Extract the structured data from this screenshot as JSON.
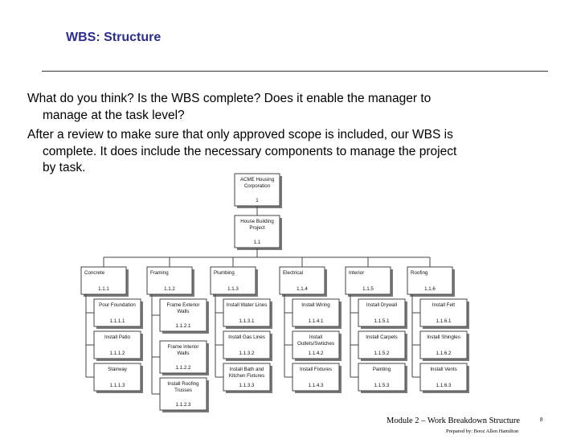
{
  "slide": {
    "title": "WBS: Structure",
    "paragraph1": {
      "line1": "What do you think? Is the WBS complete? Does it enable the manager to",
      "line2": "manage at the task level?"
    },
    "paragraph2": {
      "line1": "After a review to make sure that only approved scope is included, our WBS is",
      "line2": "complete.  It does include the necessary components to manage the project",
      "line3": "by task."
    }
  },
  "wbs": {
    "root": {
      "lines": [
        "ACME Housing",
        "Corporation"
      ],
      "code": "1"
    },
    "project": {
      "lines": [
        "House Building",
        "Project"
      ],
      "code": "1.1"
    },
    "columns": [
      {
        "name": "Concrete",
        "code": "1.1.1",
        "children": [
          {
            "lines": [
              "Pour Foundation"
            ],
            "code": "1.1.1.1"
          },
          {
            "lines": [
              "Install Patio"
            ],
            "code": "1.1.1.2"
          },
          {
            "lines": [
              "Stairway"
            ],
            "code": "1.1.1.3"
          }
        ]
      },
      {
        "name": "Framing",
        "code": "1.1.2",
        "children": [
          {
            "lines": [
              "Frame Exterior",
              "Walls"
            ],
            "code": "1.1.2.1"
          },
          {
            "lines": [
              "Frame Interior",
              "Walls"
            ],
            "code": "1.1.2.2"
          },
          {
            "lines": [
              "Install Roofing",
              "Trusses"
            ],
            "code": "1.1.2.3"
          }
        ]
      },
      {
        "name": "Plumbing",
        "code": "1.1.3",
        "children": [
          {
            "lines": [
              "Install Water Lines"
            ],
            "code": "1.1.3.1"
          },
          {
            "lines": [
              "Install Gas Lines"
            ],
            "code": "1.1.3.2"
          },
          {
            "lines": [
              "Install Bath and",
              "Kitchen Fixtures"
            ],
            "code": "1.1.3.3"
          }
        ]
      },
      {
        "name": "Electrical",
        "code": "1.1.4",
        "children": [
          {
            "lines": [
              "Install Wiring"
            ],
            "code": "1.1.4.1"
          },
          {
            "lines": [
              "Install",
              "Outlets/Swtiches"
            ],
            "code": "1.1.4.2"
          },
          {
            "lines": [
              "Install Fixtures"
            ],
            "code": "1.1.4.3"
          }
        ]
      },
      {
        "name": "Interior",
        "code": "1.1.5",
        "children": [
          {
            "lines": [
              "Install Drywall"
            ],
            "code": "1.1.5.1"
          },
          {
            "lines": [
              "Install Carpets"
            ],
            "code": "1.1.5.2"
          },
          {
            "lines": [
              "Painting"
            ],
            "code": "1.1.5.3"
          }
        ]
      },
      {
        "name": "Roofing",
        "code": "1.1.6",
        "children": [
          {
            "lines": [
              "Install Felt"
            ],
            "code": "1.1.6.1"
          },
          {
            "lines": [
              "Install Shingles"
            ],
            "code": "1.1.6.2"
          },
          {
            "lines": [
              "Install Vents"
            ],
            "code": "1.1.6.3"
          }
        ]
      }
    ]
  },
  "footer": {
    "module": "Module 2 – Work Breakdown Structure",
    "page": "8",
    "prepared": "Prepared by: Booz Allen Hamilton"
  }
}
